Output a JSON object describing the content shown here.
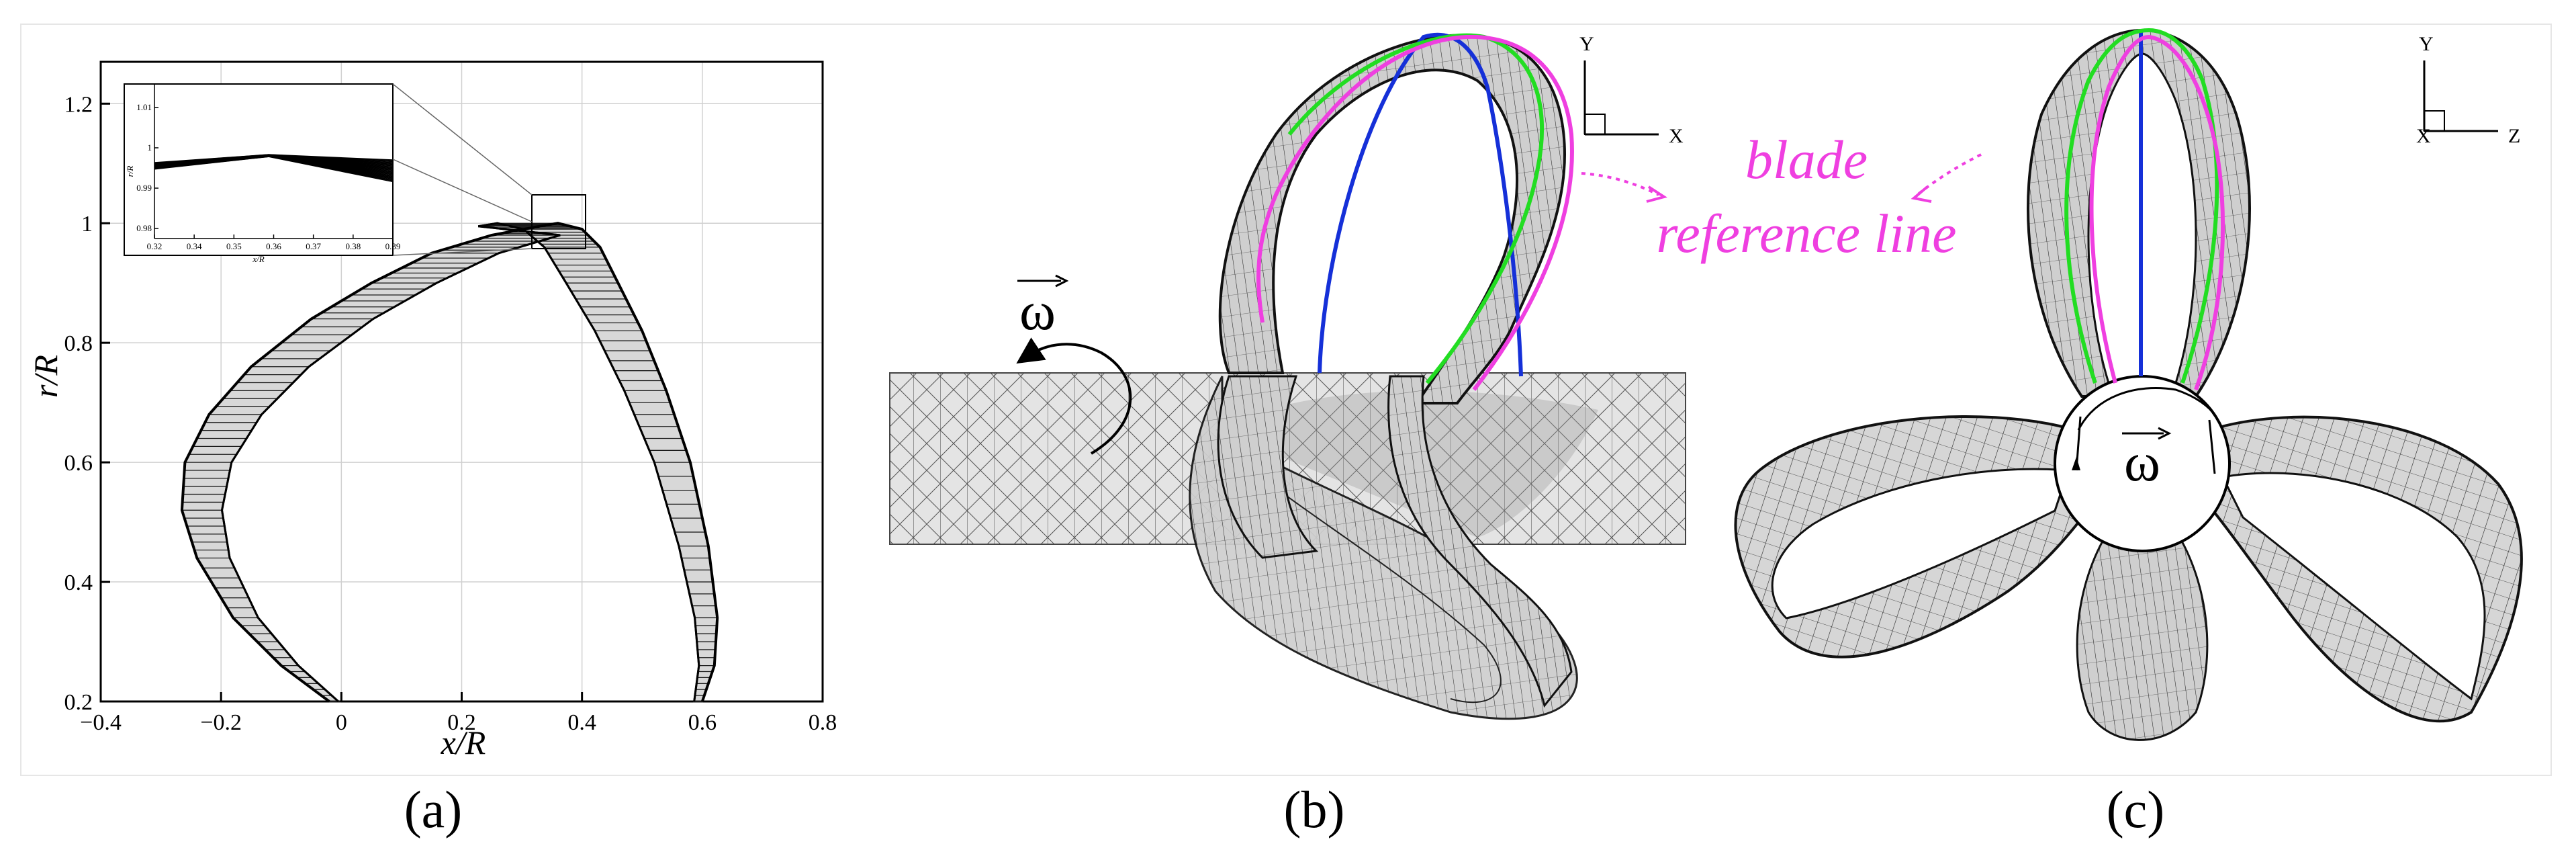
{
  "panels": {
    "a": {
      "label": "(a)",
      "xlabel": "x/R",
      "ylabel": "r/R",
      "xticks": [
        "−0.4",
        "−0.2",
        "0",
        "0.2",
        "0.4",
        "0.6",
        "0.8"
      ],
      "yticks": [
        "0.2",
        "0.4",
        "0.6",
        "0.8",
        "1",
        "1.2"
      ],
      "inset": {
        "xticks": [
          "0.32",
          "0.34",
          "0.35",
          "0.36",
          "0.37",
          "0.38",
          "0.39"
        ],
        "yticks": [
          "1.01",
          "1",
          "0.99",
          "0.98"
        ],
        "xlabel": "x/R",
        "ylabel": "r/R"
      }
    },
    "b": {
      "label": "(b)",
      "axis_x": "X",
      "axis_y": "Y",
      "omega": "ω",
      "annotation_line1": "blade",
      "annotation_line2": "reference line"
    },
    "c": {
      "label": "(c)",
      "axis_x": "X",
      "axis_y": "Y",
      "axis_z": "Z",
      "omega": "ω"
    }
  },
  "chart_data": {
    "type": "line",
    "title": "",
    "xlabel": "x/R",
    "ylabel": "r/R",
    "xlim": [
      -0.4,
      0.8
    ],
    "ylim": [
      0.2,
      1.27
    ],
    "grid": true,
    "series": [
      {
        "values_x": [
          -0.02,
          -0.1,
          -0.18,
          -0.24,
          -0.265,
          -0.26,
          -0.22,
          -0.15,
          -0.05,
          0.05,
          0.15,
          0.25,
          0.33,
          0.36
        ],
        "values_y": [
          0.2,
          0.26,
          0.34,
          0.44,
          0.52,
          0.6,
          0.68,
          0.76,
          0.84,
          0.9,
          0.95,
          0.98,
          0.995,
          1.0
        ]
      },
      {
        "values_x": [
          0.36,
          0.4,
          0.43,
          0.46,
          0.5,
          0.54,
          0.58,
          0.61,
          0.625,
          0.62,
          0.6
        ],
        "values_y": [
          1.0,
          0.99,
          0.96,
          0.9,
          0.82,
          0.72,
          0.6,
          0.46,
          0.34,
          0.26,
          0.2
        ]
      }
    ]
  },
  "colors": {
    "mesh": "#1a1a1a",
    "blade_fill": "#c8c8c8",
    "blue_line": "#1530d8",
    "green_line": "#22dd22",
    "magenta_line": "#ef3fe0",
    "grid": "#d0d0d0"
  }
}
